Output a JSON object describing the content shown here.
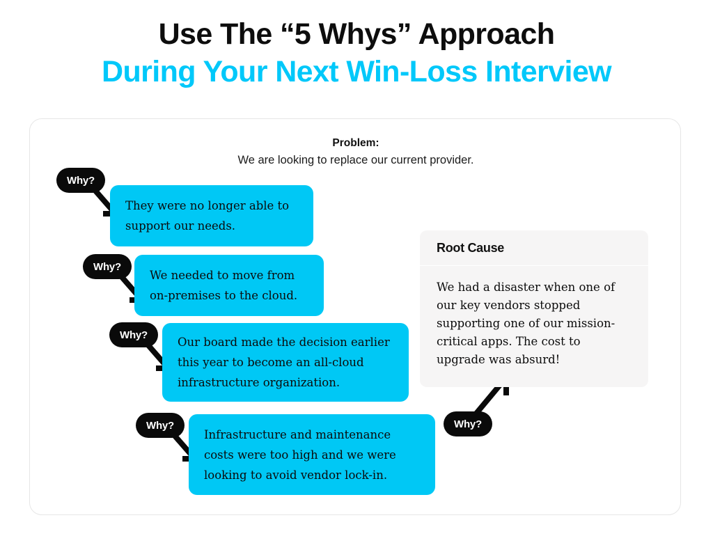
{
  "title": {
    "line1": "Use The “5 Whys” Approach",
    "line2": "During Your Next Win-Loss Interview",
    "color_line1": "#0d0d0d",
    "color_line2": "#00c8fa"
  },
  "problem": {
    "label": "Problem:",
    "statement": "We are looking to replace our current provider."
  },
  "why_label": "Why?",
  "colors": {
    "accent_blue": "#00c8f5",
    "bubble_black": "#0a0a0a",
    "card_border": "#e6e6e6",
    "rootcause_bg": "#f6f5f5"
  },
  "steps": [
    {
      "prompt": "Why?",
      "answer": "They were no longer able to support our needs."
    },
    {
      "prompt": "Why?",
      "answer": "We needed to move from on-premises to the cloud."
    },
    {
      "prompt": "Why?",
      "answer": "Our board made the decision earlier this year to become an all-cloud infrastructure organization."
    },
    {
      "prompt": "Why?",
      "answer": "Infrastructure and maintenance costs were too high and we were looking to avoid vendor lock-in."
    },
    {
      "prompt": "Why?",
      "answer": ""
    }
  ],
  "root_cause": {
    "title": "Root Cause",
    "text": "We had a disaster when one of our key vendors stopped supporting one of our mission-critical apps. The cost to upgrade was absurd!"
  }
}
